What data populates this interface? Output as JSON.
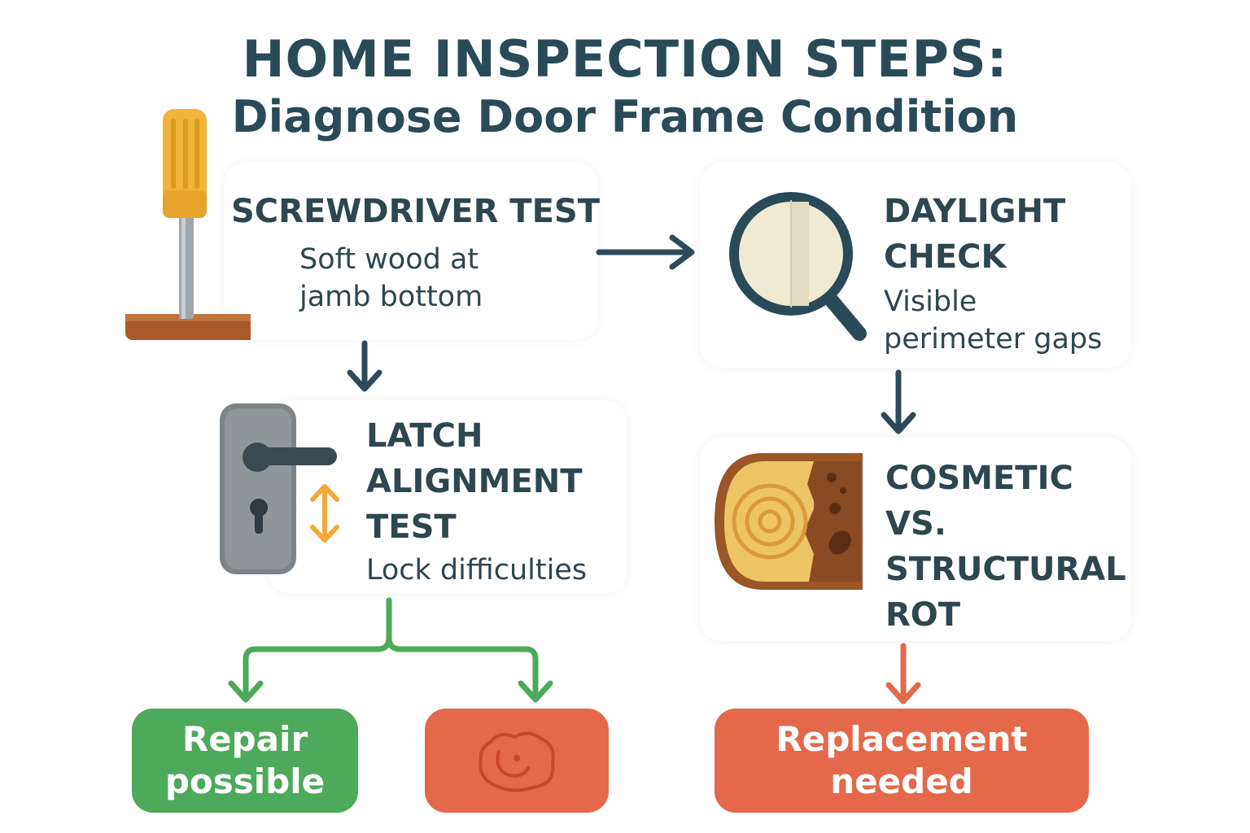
{
  "header": {
    "title": "HOME INSPECTION STEPS:",
    "subtitle": "Diagnose Door Frame Condition"
  },
  "steps": [
    {
      "heading": "SCREWDRIVER TEST",
      "detail": [
        "Soft wood at",
        "jamb bottom"
      ],
      "icon": "screwdriver-icon"
    },
    {
      "heading": [
        "DAYLIGHT",
        "CHECK"
      ],
      "detail": [
        "Visible",
        "perimeter gaps"
      ],
      "icon": "magnifier-icon"
    },
    {
      "heading": [
        "LATCH",
        "ALIGNMENT",
        "TEST"
      ],
      "detail": [
        "Lock difficulties"
      ],
      "icon": "door-handle-icon"
    },
    {
      "heading": [
        "COSMETIC",
        "VS.",
        "STRUCTURAL",
        "ROT"
      ],
      "icon": "rotted-wood-icon"
    }
  ],
  "outcomes": [
    {
      "label": [
        "Repair",
        "possible"
      ],
      "color": "#4caa5a"
    },
    {
      "label": [],
      "icon": "rot-stain-icon",
      "color": "#e4694a"
    },
    {
      "label": [
        "Replacement",
        "needed"
      ],
      "color": "#e4694a"
    }
  ],
  "colors": {
    "heading": "#2a4a58",
    "arrow": "#2e4a58",
    "repair_green": "#4caa5a",
    "replace_orange": "#e4694a",
    "accent_yellow": "#f2b33a"
  }
}
